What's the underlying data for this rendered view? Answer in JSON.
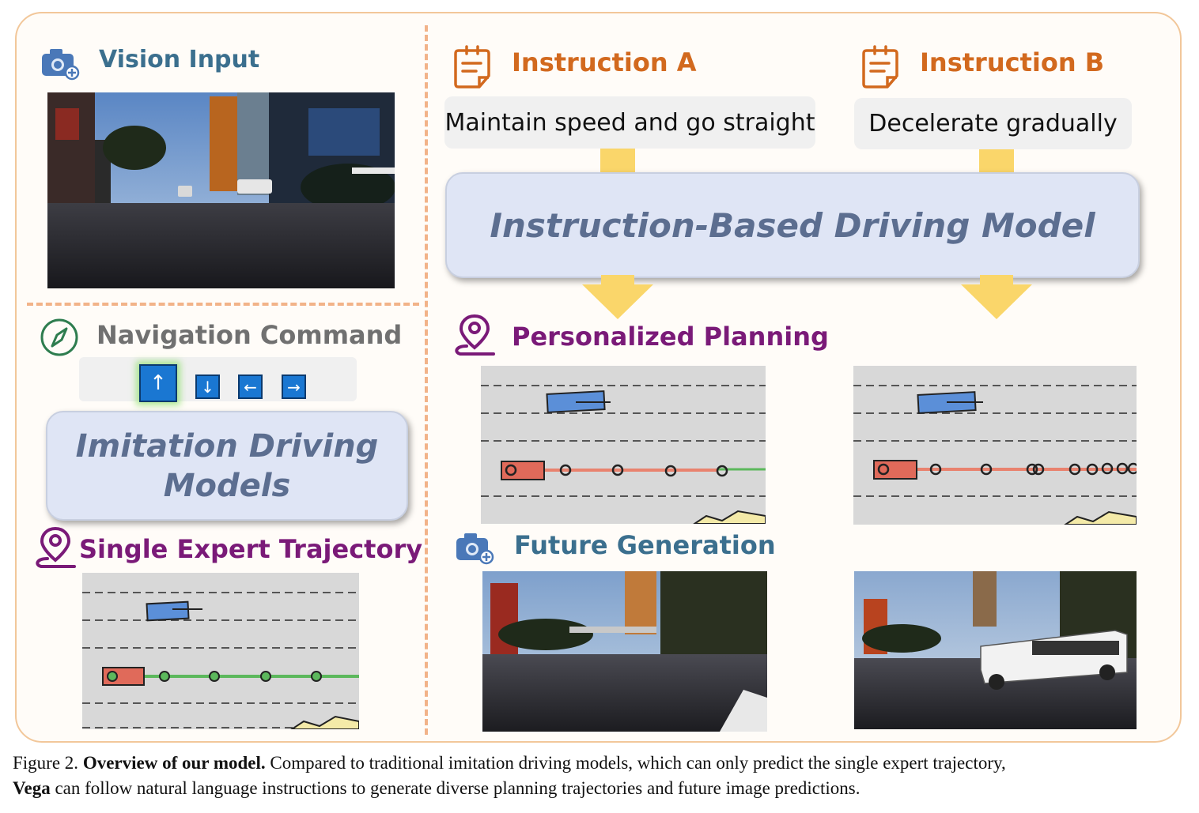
{
  "vision_input": {
    "title": "Vision Input"
  },
  "instructions": [
    {
      "title": "Instruction A",
      "text": "Maintain speed and go straight"
    },
    {
      "title": "Instruction B",
      "text": "Decelerate gradually"
    }
  ],
  "instruction_model": {
    "label": "Instruction-Based Driving Model"
  },
  "navigation": {
    "title": "Navigation Command",
    "buttons": [
      "↑",
      "↓",
      "←",
      "→"
    ],
    "selected": "↑"
  },
  "imitation_model": {
    "line1": "Imitation Driving",
    "line2": "Models"
  },
  "single_expert": {
    "title": "Single Expert Trajectory"
  },
  "personalized": {
    "title": "Personalized Planning"
  },
  "future": {
    "title": "Future Generation"
  },
  "caption": {
    "prefix": "Figure 2.",
    "bold": "Overview of our model.",
    "text1": "Compared to traditional imitation driving models, which can only predict the single expert trajectory,",
    "bold2": "Vega",
    "text2": "can follow natural language instructions to generate diverse planning trajectories and future image predictions."
  },
  "colors": {
    "frame_border": "#f2c79a",
    "dash": "#f2b389",
    "arrow": "#fad66a",
    "teal": "#3b6f8e",
    "orange": "#d2691e",
    "purple": "#7a1a78",
    "model_text": "#5c6e90",
    "model_fill": "#dfe5f5",
    "trajectory_green": "#5cb85c",
    "trajectory_red": "#e9826e",
    "ego_car": "#e06a5a",
    "other_car": "#5b8fd8"
  }
}
